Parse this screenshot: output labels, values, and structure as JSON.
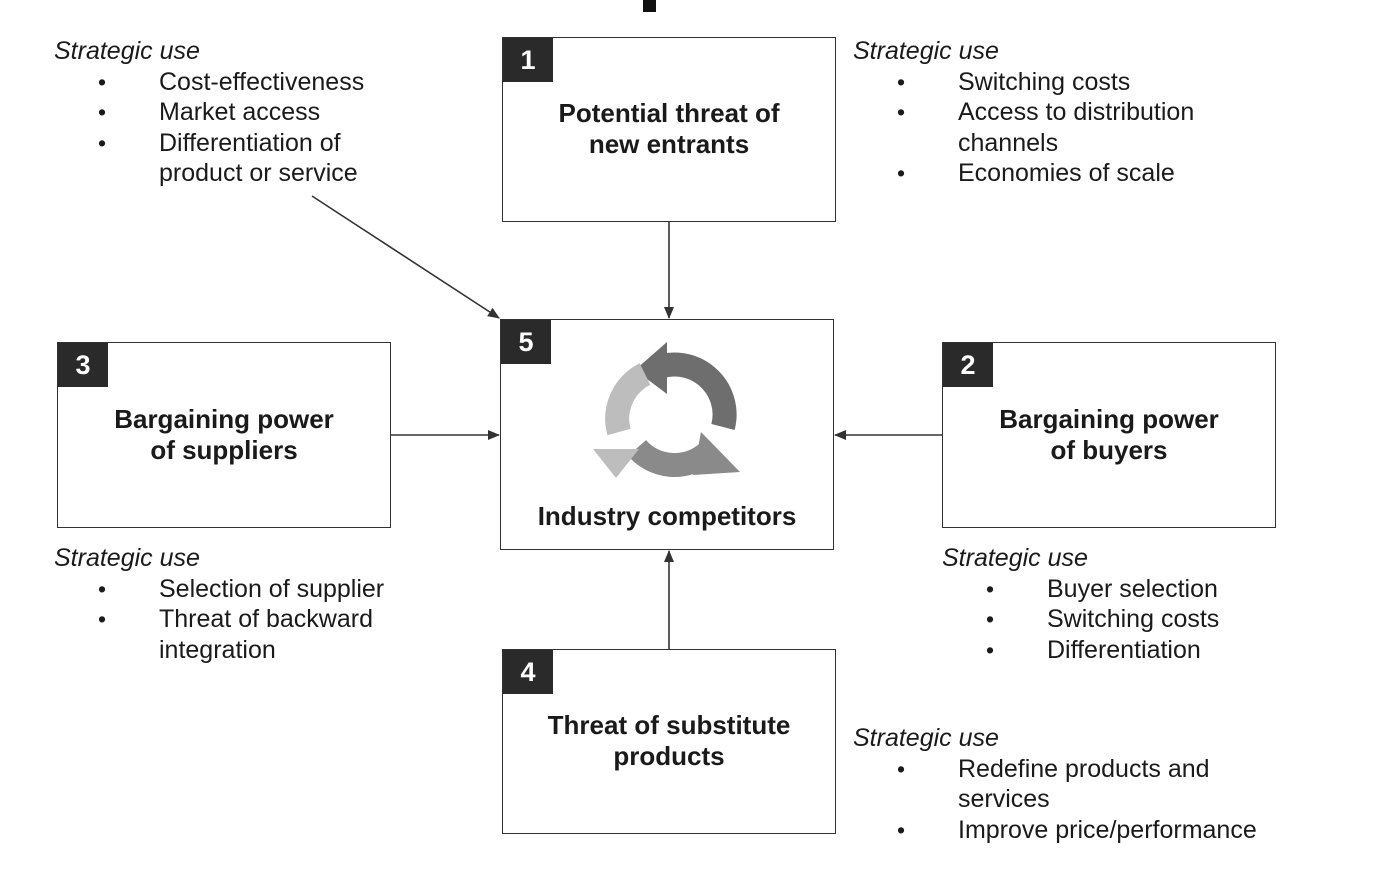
{
  "forces": [
    {
      "number": "1",
      "title_lines": [
        "Potential threat of",
        "new entrants"
      ]
    },
    {
      "number": "2",
      "title_lines": [
        "Bargaining power",
        "of buyers"
      ]
    },
    {
      "number": "3",
      "title_lines": [
        "Bargaining power",
        "of suppliers"
      ]
    },
    {
      "number": "4",
      "title_lines": [
        "Threat of substitute",
        "products"
      ]
    },
    {
      "number": "5",
      "title_lines": [
        "Industry competitors"
      ]
    }
  ],
  "strategic_uses": {
    "top_left": {
      "heading": "Strategic use",
      "items": [
        [
          "Cost-effectiveness"
        ],
        [
          "Market access"
        ],
        [
          "Differentiation of",
          "product or service"
        ]
      ]
    },
    "top_right": {
      "heading": "Strategic use",
      "items": [
        [
          "Switching costs"
        ],
        [
          "Access to distribution",
          "channels"
        ],
        [
          "Economies of scale"
        ]
      ]
    },
    "bottom_left": {
      "heading": "Strategic use",
      "items": [
        [
          "Selection of supplier"
        ],
        [
          "Threat of backward",
          "integration"
        ]
      ]
    },
    "middle_right": {
      "heading": "Strategic use",
      "items": [
        [
          "Buyer selection"
        ],
        [
          "Switching costs"
        ],
        [
          "Differentiation"
        ]
      ]
    },
    "bottom_right": {
      "heading": "Strategic use",
      "items": [
        [
          "Redefine products and",
          "services"
        ],
        [
          "Improve price/performance"
        ]
      ]
    }
  },
  "colors": {
    "box_border": "#333333",
    "badge": "#2a2a2a",
    "arrow": "#333333",
    "cycle_dark": "#6e6e6e",
    "cycle_mid": "#8a8a8a",
    "cycle_light": "#bdbdbd"
  }
}
